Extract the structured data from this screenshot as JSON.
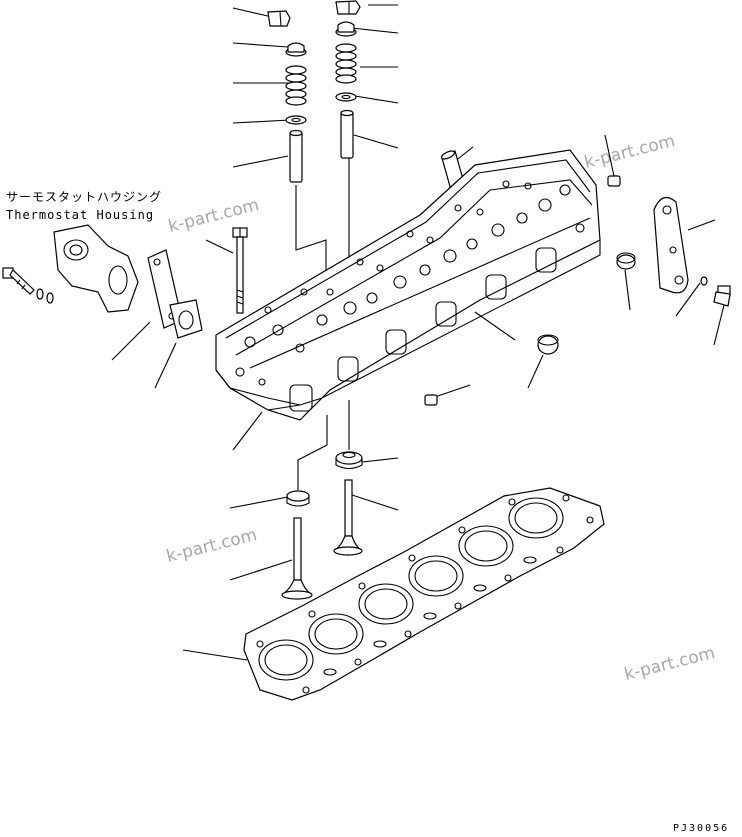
{
  "labels": {
    "thermostat_housing_jp": "サーモスタットハウジング",
    "thermostat_housing_en": "Thermostat Housing"
  },
  "figure_code": "PJ30056",
  "watermarks": [
    "k-part.com",
    "k-part.com",
    "k-part.com",
    "k-part.com"
  ]
}
